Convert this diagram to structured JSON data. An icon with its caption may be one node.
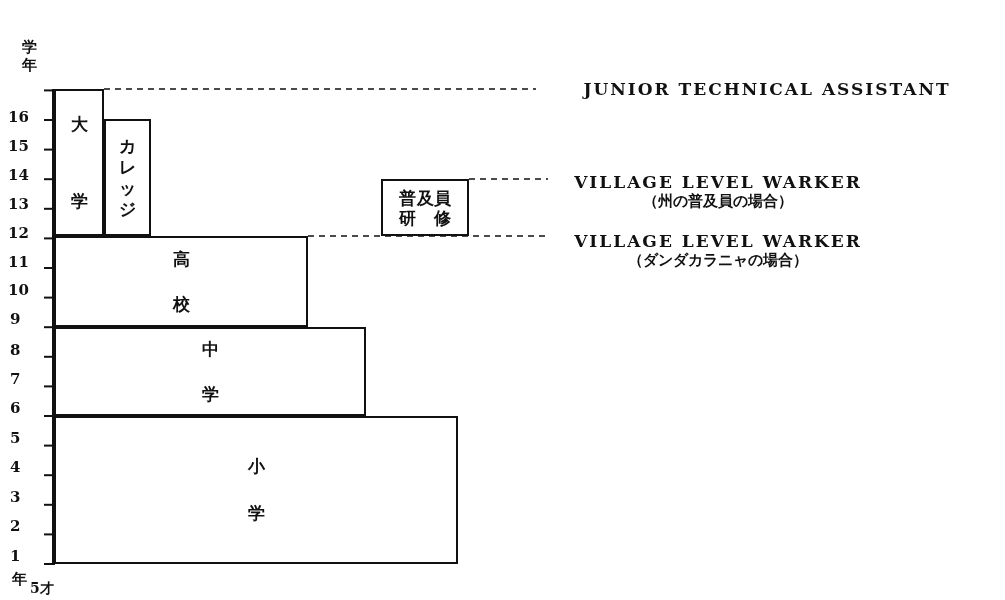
{
  "diagram": {
    "nodes": [
      {
        "text": [
          "大学"
        ]
      },
      {
        "text": [
          "カレッジ"
        ]
      },
      {
        "text": [
          "普及員研修"
        ]
      },
      {
        "text": [
          "高校"
        ]
      },
      {
        "text": [
          "中学"
        ]
      },
      {
        "text": [
          "小学"
        ]
      },
      {
        "text": [
          "JUNIOR TECHNICAL ASSISTANT"
        ]
      },
      {
        "text": [
          "VILLAGE LEVEL WARKER",
          "（州の普及員の場合）"
        ]
      },
      {
        "text": [
          "VILLAGE LEVEL WARKER",
          "（ダンダカラニャの場合）"
        ]
      }
    ],
    "edges": [
      {
        "from": 0,
        "to": 6,
        "arrow": "none",
        "style": "dashed"
      },
      {
        "from": 2,
        "to": 7,
        "arrow": "none",
        "style": "dashed"
      },
      {
        "from": 3,
        "to": 8,
        "arrow": "none",
        "style": "dashed"
      }
    ],
    "labels": [
      "学年",
      "16",
      "15",
      "14",
      "13",
      "12",
      "11",
      "10",
      "9",
      "8",
      "7",
      "6",
      "5",
      "4",
      "3",
      "2",
      "1",
      "年",
      "5才"
    ]
  }
}
